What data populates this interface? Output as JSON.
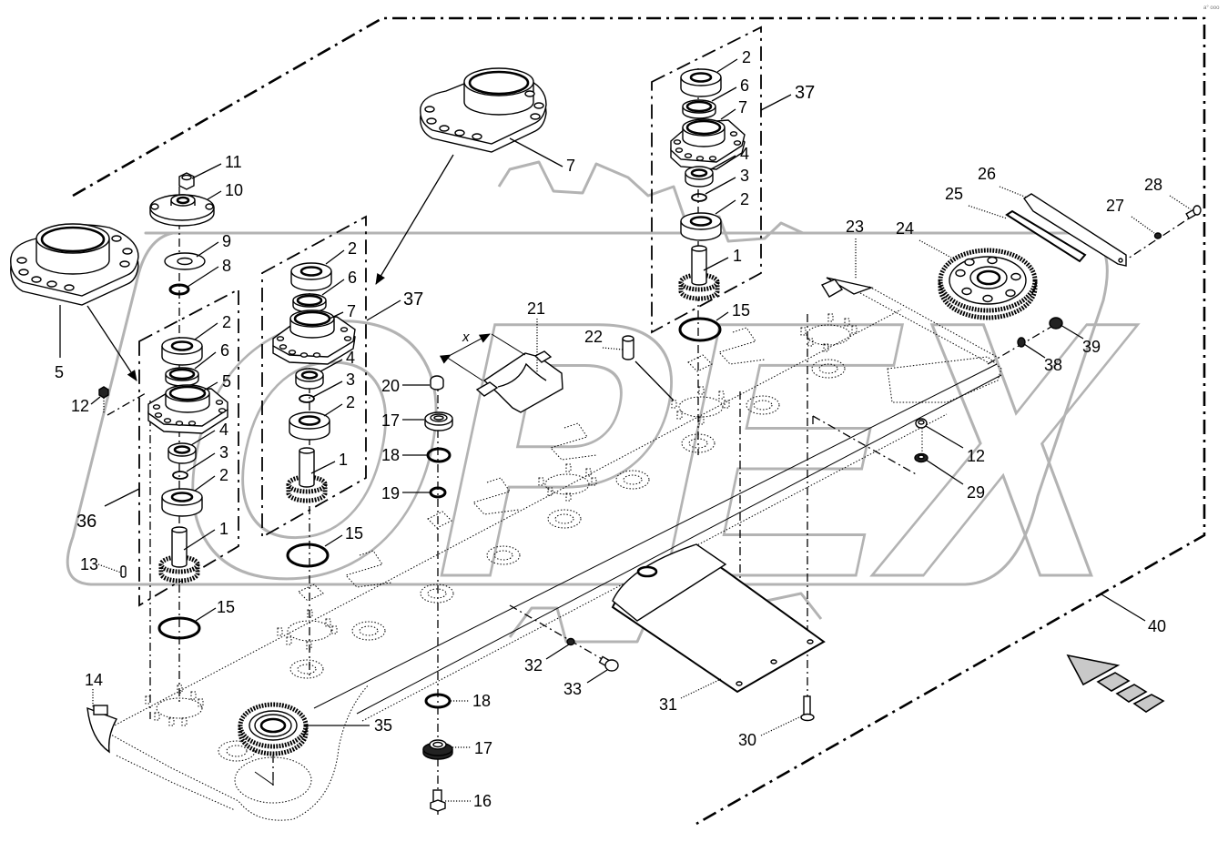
{
  "diagram": {
    "watermark": "OPEX",
    "corner_mark": "a° ooo",
    "dimension_label": "x",
    "callouts": [
      "11",
      "10",
      "9",
      "8",
      "5",
      "2",
      "6",
      "5",
      "12",
      "4",
      "3",
      "2",
      "36",
      "1",
      "13",
      "15",
      "14",
      "35",
      "2",
      "6",
      "7",
      "37",
      "4",
      "3",
      "2",
      "1",
      "15",
      "7",
      "2",
      "6",
      "7",
      "37",
      "4",
      "3",
      "2",
      "1",
      "15",
      "21",
      "22",
      "20",
      "17",
      "18",
      "19",
      "23",
      "24",
      "25",
      "26",
      "27",
      "28",
      "39",
      "38",
      "12",
      "29",
      "40",
      "32",
      "33",
      "31",
      "30",
      "18",
      "17",
      "16"
    ]
  }
}
